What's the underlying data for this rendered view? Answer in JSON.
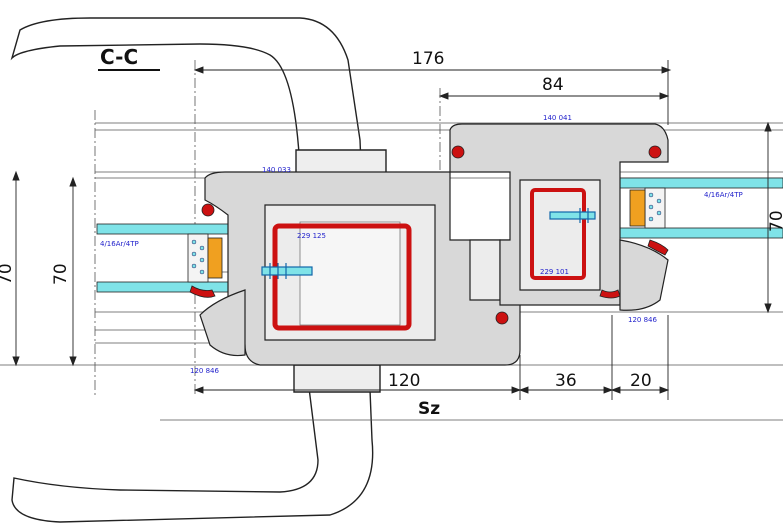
{
  "section_title": "C-C",
  "dimensions": {
    "overall_width": "176",
    "sash_width": "84",
    "frame_depth": "120",
    "mullion_offset": "36",
    "sash_offset": "20",
    "size_label": "Sz",
    "glass_height_left": "70",
    "glass_height_left_outer": "70",
    "glass_height_right": "70"
  },
  "profile_codes": {
    "sash_top": "140 041",
    "frame_top": "140 033",
    "reinforcement_left": "229 125",
    "reinforcement_right": "229 101",
    "bead_left": "120 846",
    "bead_right": "120 846"
  },
  "glazing": {
    "left": "4/16Ar/4TP",
    "right": "4/16Ar/4TP"
  },
  "colors": {
    "line": "#222222",
    "profile_fill": "#d8d8d8",
    "glass": "#7fe3e8",
    "spacer": "#f0a020",
    "reinforcement": "#cc1111",
    "gasket": "#cc1111",
    "code_text": "#2222cc"
  }
}
